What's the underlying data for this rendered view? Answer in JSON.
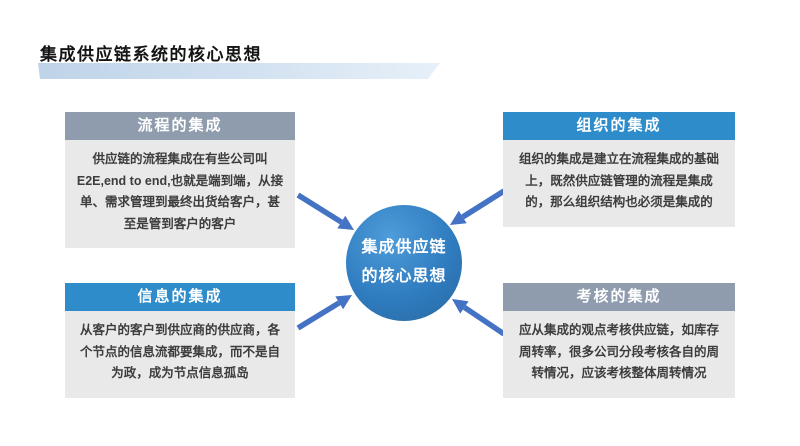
{
  "page": {
    "title": "集成供应链系统的核心思想"
  },
  "center_circle": {
    "line1": "集成供应链",
    "line2": "的核心思想"
  },
  "boxes": [
    {
      "id": "process-integration",
      "position": "top-left",
      "header": "流程的集成",
      "header_color": "#8e9cad",
      "body": "供应链的流程集成在有些公司叫E2E,end to end,也就是端到端，从接单、需求管理到最终出货给客户，甚至是管到客户的客户"
    },
    {
      "id": "organization-integration",
      "position": "top-right",
      "header": "组织的集成",
      "header_color": "#2e8ccb",
      "body": "组织的集成是建立在流程集成的基础上，既然供应链管理的流程是集成的，那么组织结构也必须是集成的"
    },
    {
      "id": "information-integration",
      "position": "bottom-left",
      "header": "信息的集成",
      "header_color": "#2e8ccb",
      "body": "从客户的客户到供应商的供应商，各个节点的信息流都要集成，而不是自为政，成为节点信息孤岛"
    },
    {
      "id": "assessment-integration",
      "position": "bottom-right",
      "header": "考核的集成",
      "header_color": "#8e9cad",
      "body": "应从集成的观点考核供应链，如库存周转率，很多公司分段考核各自的周转情况，应该考核整体周转情况"
    }
  ],
  "connections": [
    {
      "from": "流程的集成",
      "to": "集成供应链的核心思想"
    },
    {
      "from": "组织的集成",
      "to": "集成供应链的核心思想"
    },
    {
      "from": "信息的集成",
      "to": "集成供应链的核心思想"
    },
    {
      "from": "考核的集成",
      "to": "集成供应链的核心思想"
    }
  ],
  "colors": {
    "header_blue": "#2e8ccb",
    "header_slate": "#8e9cad",
    "body_bg": "#e9e9e9",
    "body_text": "#3d3d3d",
    "circle_blue": "#2f7cc0",
    "arrow_blue": "#4472c4",
    "title_bar": "#bfd3e8"
  }
}
